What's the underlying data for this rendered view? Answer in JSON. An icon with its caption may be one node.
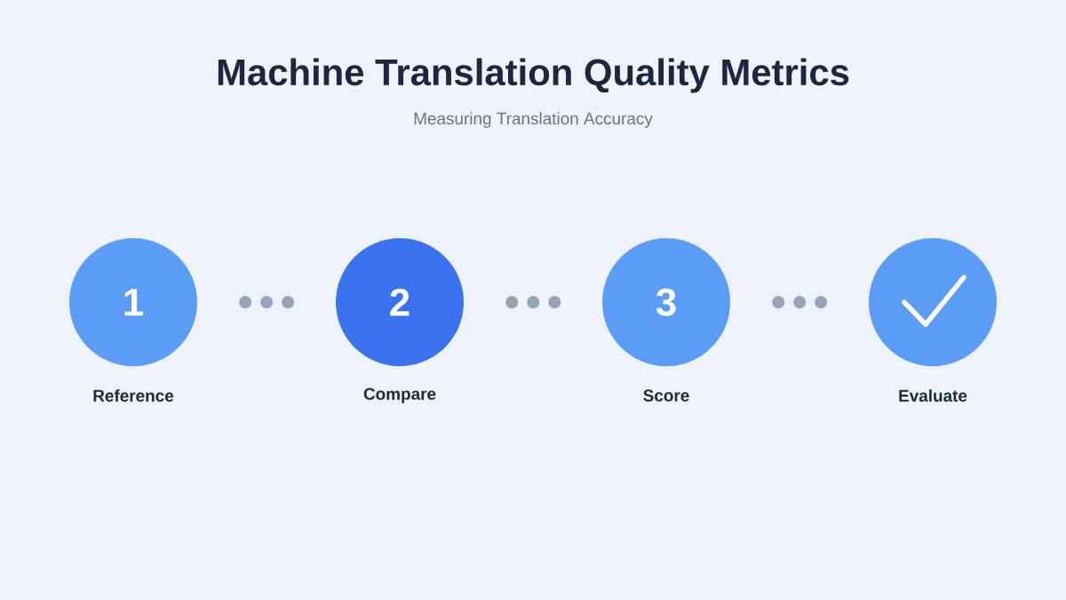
{
  "diagram": {
    "title": "Machine Translation Quality Metrics",
    "nodes": [
      {
        "text": [
          "1"
        ],
        "beside": [
          "Reference"
        ]
      },
      {
        "text": [
          "2"
        ],
        "beside": [
          "Compare"
        ]
      },
      {
        "text": [
          "3"
        ],
        "beside": [
          "Score"
        ]
      },
      {
        "text": [],
        "shape": "circle",
        "beside": [
          "Evaluate"
        ]
      }
    ],
    "edges": [
      {
        "from": 0,
        "to": 1,
        "arrow": "none"
      },
      {
        "from": 1,
        "to": 2,
        "arrow": "none"
      },
      {
        "from": 2,
        "to": 3,
        "arrow": "none"
      }
    ],
    "labels": [
      "Measuring Translation Accuracy"
    ]
  }
}
